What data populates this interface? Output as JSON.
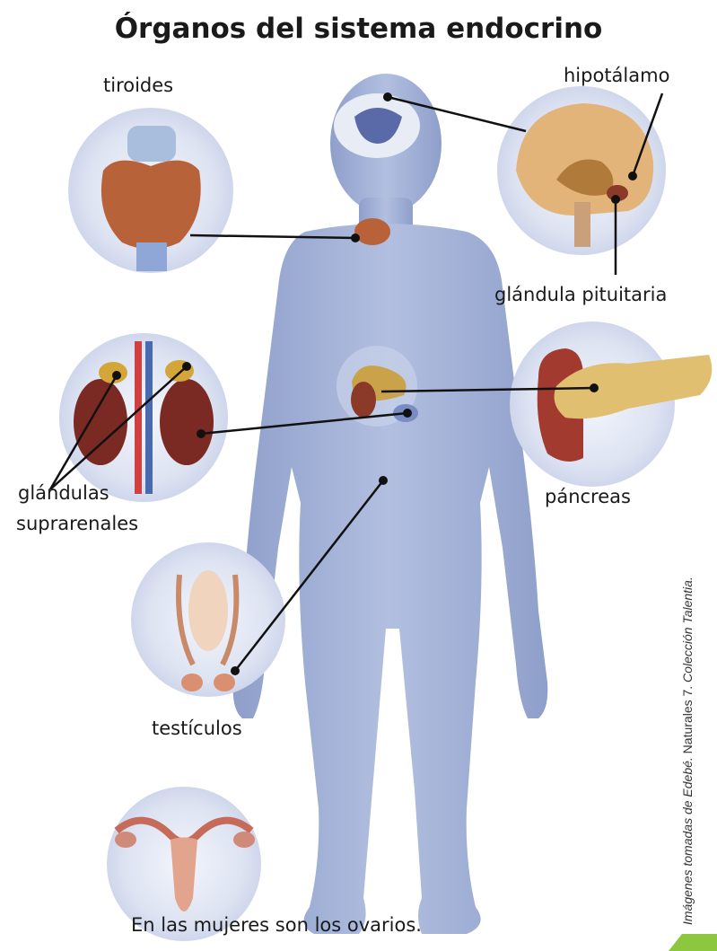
{
  "title": "Órganos del sistema endocrino",
  "labels": {
    "tiroides": "tiroides",
    "hipotalamo": "hipotálamo",
    "pituitaria": "glándula pituitaria",
    "suprarenales_1": "glándulas",
    "suprarenales_2": "suprarenales",
    "pancreas": "páncreas",
    "testiculos": "testículos",
    "ovarios_note": "En las mujeres son los ovarios."
  },
  "credit": {
    "italic_part": "Imágenes tomadas de Edebé.",
    "plain_part": " Naturales 7.",
    "italic_part2": " Colección Talentia."
  },
  "colors": {
    "body": "#a3b2d6",
    "circle": "#dfe5f3",
    "organ": "#b8623a",
    "accent": "#8dc63f"
  }
}
